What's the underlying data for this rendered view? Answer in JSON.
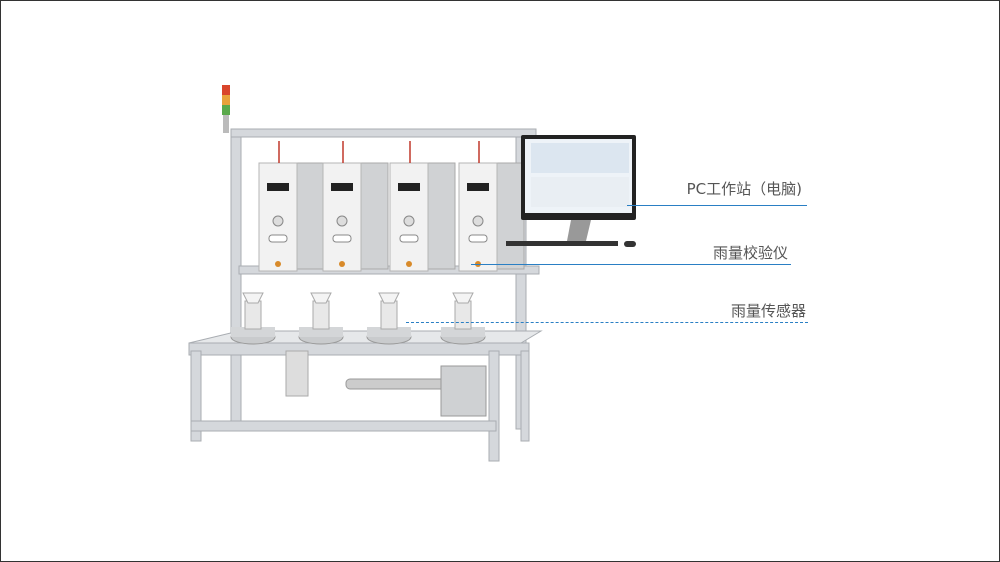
{
  "callouts": [
    {
      "label": "PC工作站（电脑)",
      "style": "solid"
    },
    {
      "label": "雨量校验仪",
      "style": "solid"
    },
    {
      "label": "雨量传感器",
      "style": "dashed"
    }
  ],
  "colors": {
    "callout_line": "#2a7fc4",
    "label_text": "#555555",
    "frame": "#c8ccd0"
  }
}
